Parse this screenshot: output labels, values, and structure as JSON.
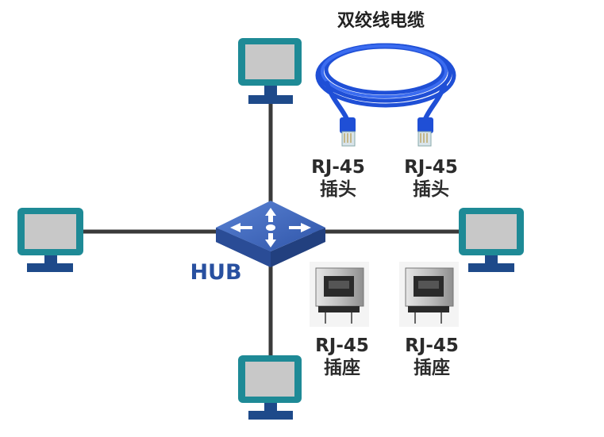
{
  "cable": {
    "title": "双绞线电缆"
  },
  "hub": {
    "label": "HUB"
  },
  "plugs": [
    {
      "line1": "RJ-45",
      "line2": "插头"
    },
    {
      "line1": "RJ-45",
      "line2": "插头"
    }
  ],
  "sockets": [
    {
      "line1": "RJ-45",
      "line2": "插座"
    },
    {
      "line1": "RJ-45",
      "line2": "插座"
    }
  ],
  "colors": {
    "monitor_frame": "#1e8a96",
    "monitor_screen": "#c8c8c8",
    "monitor_base": "#1e4a8a",
    "link_line": "#3a3a3a",
    "hub_top": "#3d63b8",
    "hub_side": "#22407f",
    "cable_blue": "#1f4fd6",
    "hub_text": "#2850a0"
  },
  "icons": {
    "computer": "computer-icon",
    "hub": "hub-icon",
    "cable": "ethernet-cable-icon",
    "plug": "rj45-plug-icon",
    "socket": "rj45-socket-icon"
  }
}
